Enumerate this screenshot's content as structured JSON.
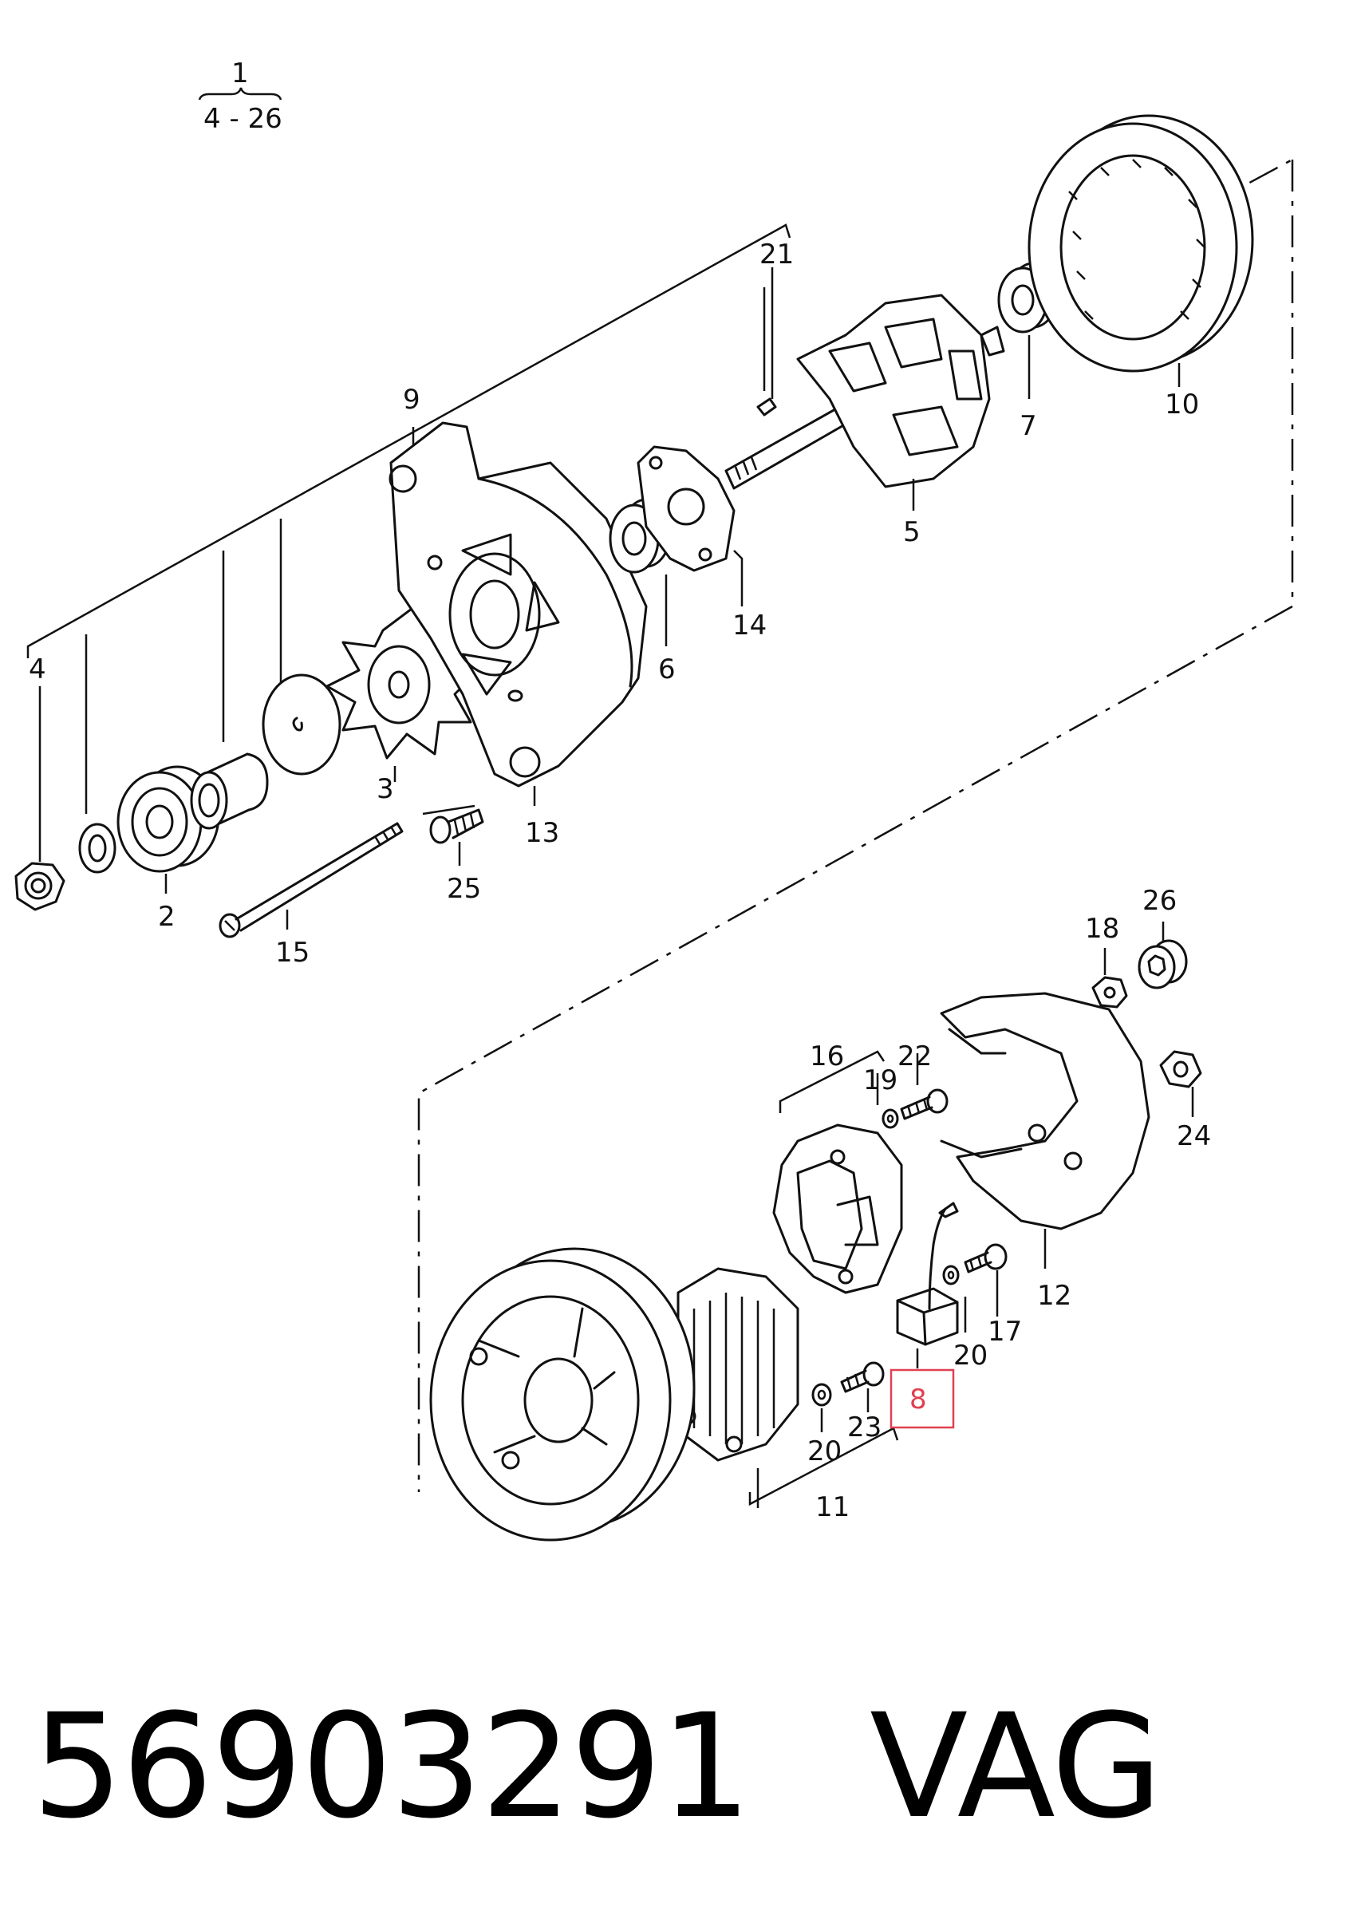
{
  "diagram": {
    "group_label": "1",
    "group_range": "4 - 26",
    "part_labels": {
      "p2": "2",
      "p3": "3",
      "p4": "4",
      "p5": "5",
      "p6": "6",
      "p7": "7",
      "p8": "8",
      "p9": "9",
      "p10": "10",
      "p11": "11",
      "p12": "12",
      "p13": "13",
      "p14": "14",
      "p15": "15",
      "p16": "16",
      "p17": "17",
      "p18": "18",
      "p19": "19",
      "p20a": "20",
      "p20b": "20",
      "p21": "21",
      "p22": "22",
      "p23": "23",
      "p24": "24",
      "p25": "25",
      "p26": "26"
    },
    "highlight_color": "#e04050"
  },
  "footer": {
    "part_number": "56903291",
    "brand": "VAG"
  }
}
